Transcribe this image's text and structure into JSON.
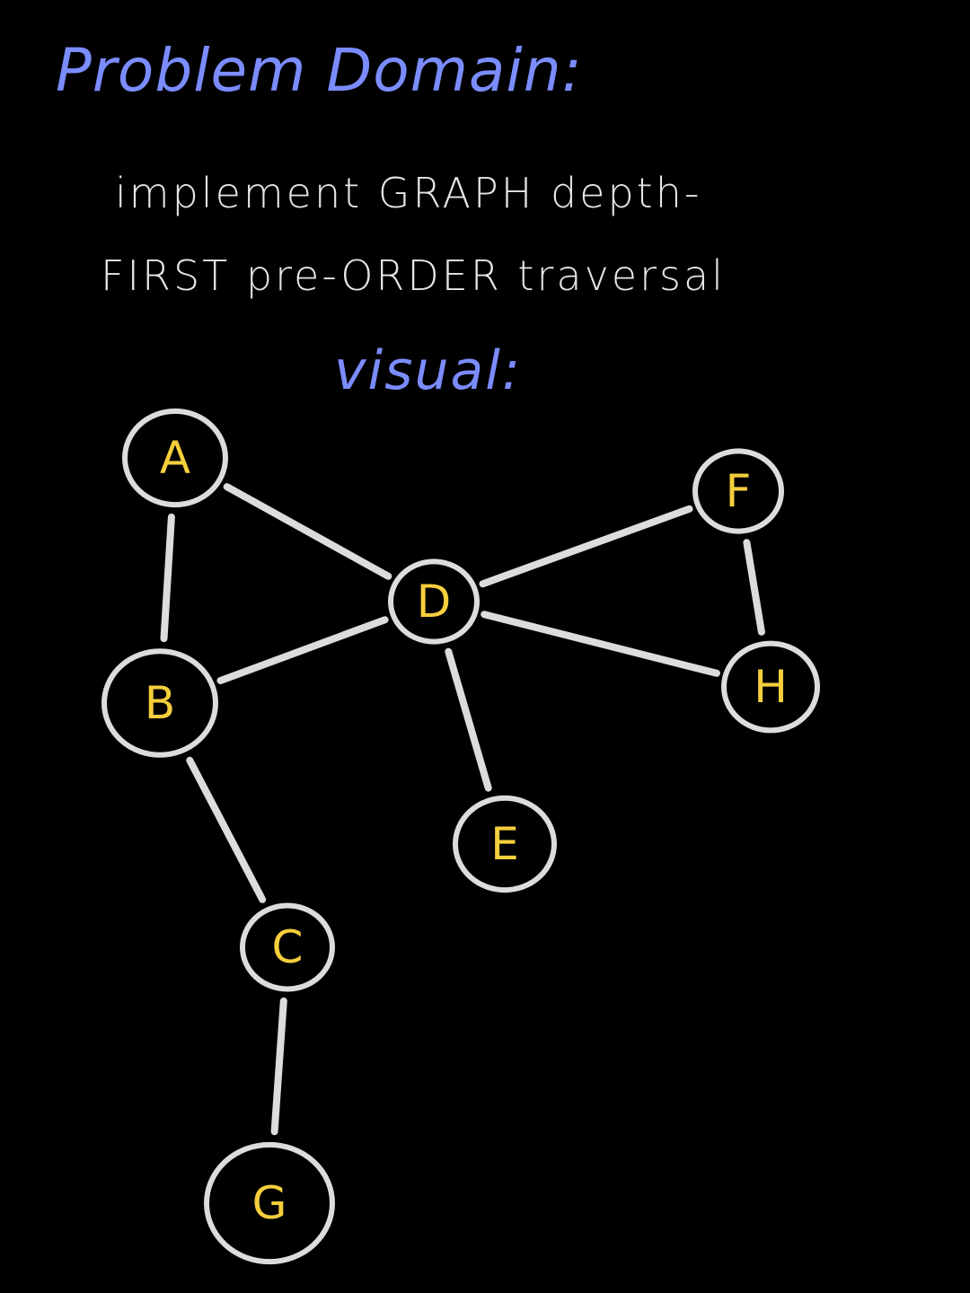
{
  "headings": {
    "problem_domain": "Problem Domain:",
    "visual": "visual:"
  },
  "description": {
    "line1": "implement GRAPH depth-",
    "line2": "FIRST pre-ORDER traversal"
  },
  "colors": {
    "background": "#000000",
    "heading": "#7b8cff",
    "text": "#e6e6e6",
    "stroke": "#dcdcdc",
    "node_label": "#f5cf3c"
  },
  "graph": {
    "nodes": [
      {
        "id": "A",
        "label": "A"
      },
      {
        "id": "B",
        "label": "B"
      },
      {
        "id": "C",
        "label": "C"
      },
      {
        "id": "D",
        "label": "D"
      },
      {
        "id": "E",
        "label": "E"
      },
      {
        "id": "F",
        "label": "F"
      },
      {
        "id": "G",
        "label": "G"
      },
      {
        "id": "H",
        "label": "H"
      }
    ],
    "edges": [
      {
        "from": "A",
        "to": "B"
      },
      {
        "from": "A",
        "to": "D"
      },
      {
        "from": "B",
        "to": "D"
      },
      {
        "from": "B",
        "to": "C"
      },
      {
        "from": "C",
        "to": "G"
      },
      {
        "from": "D",
        "to": "F"
      },
      {
        "from": "D",
        "to": "H"
      },
      {
        "from": "D",
        "to": "E"
      },
      {
        "from": "F",
        "to": "H"
      }
    ]
  }
}
